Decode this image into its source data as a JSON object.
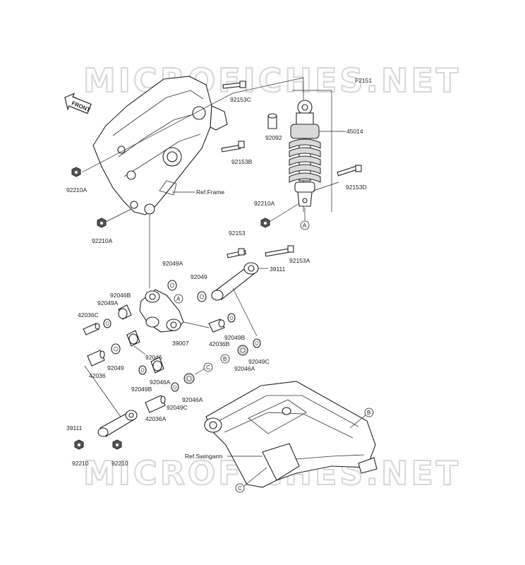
{
  "watermark": {
    "top": "MICROFICHES.NET",
    "bottom": "MICROFICHES.NET"
  },
  "front_badge": "FRONT",
  "figure_code": "F2151",
  "callout_markers": {
    "a": "A",
    "b": "B",
    "c": "C"
  },
  "references": {
    "frame": "Ref.Frame",
    "swingarm": "Ref.Swingarm"
  },
  "part_labels": {
    "p92153C": "92153C",
    "p92092": "92092",
    "p45014": "45014",
    "p92153B": "92153B",
    "p92210A_1": "92210A",
    "p92153D": "92153D",
    "p92210A_2": "92210A",
    "p92210A_3": "92210A",
    "p92153": "92153",
    "p92153A": "92153A",
    "p92049A_1": "92049A",
    "p39111_1": "39111",
    "p92049": "92049",
    "p92046B": "92046B",
    "p92049A_2": "92049A",
    "p42036C": "42036C",
    "p39007": "39007",
    "p92049B_1": "92049B",
    "p42036B": "42036B",
    "p92046_1": "92046",
    "p92049C_1": "92049C",
    "p92046A_1": "92046A",
    "p42036": "42036",
    "p92049_2": "92049",
    "p92049B_2": "92049B",
    "p92046A_2": "92046A",
    "p92046A_3": "92046A",
    "p92049C_2": "92049C",
    "p42036A": "42036A",
    "p39111_2": "39111",
    "p92210": "92210",
    "p92210_2": "92210"
  }
}
